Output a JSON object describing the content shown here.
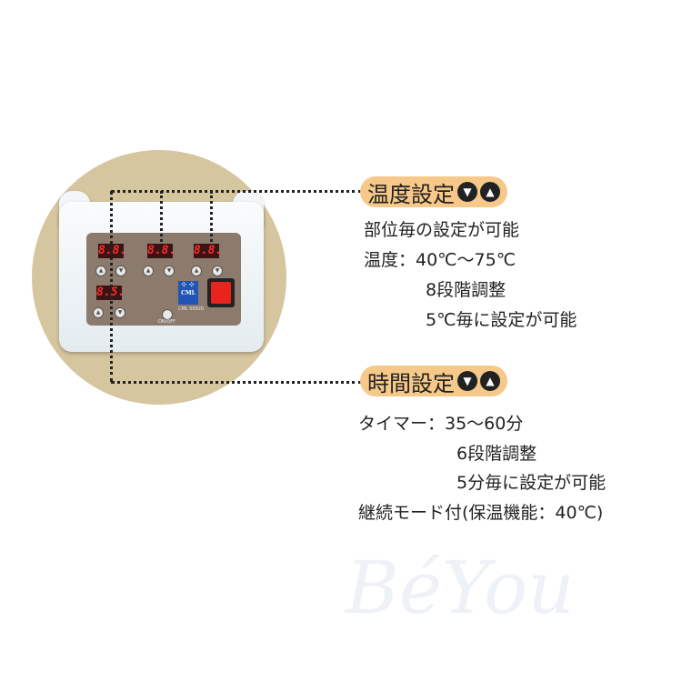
{
  "device": {
    "displays": [
      "8.8.",
      "8.8.",
      "8.8.",
      "8.5."
    ],
    "logo": "CML",
    "model": "CML 00920",
    "onoff_label": "ON/OFF",
    "colors": {
      "background_circle": "#d6c6a0",
      "panel": "#8c7b6c",
      "display_digits": "#ff2a2a",
      "switch": "#e8241c"
    }
  },
  "temperature": {
    "title": "温度設定",
    "down_icon": "▼",
    "up_icon": "▲",
    "lines": [
      "部位毎の設定が可能",
      "温度：40℃～75℃",
      "8段階調整",
      "5℃毎に設定が可能"
    ]
  },
  "time": {
    "title": "時間設定",
    "down_icon": "▼",
    "up_icon": "▲",
    "lines": [
      "タイマー：35～60分",
      "6段階調整",
      "5分毎に設定が可能",
      "継続モード付(保温機能：40℃)"
    ]
  },
  "watermark": "BéYou",
  "accent_color": "#f6c98a"
}
